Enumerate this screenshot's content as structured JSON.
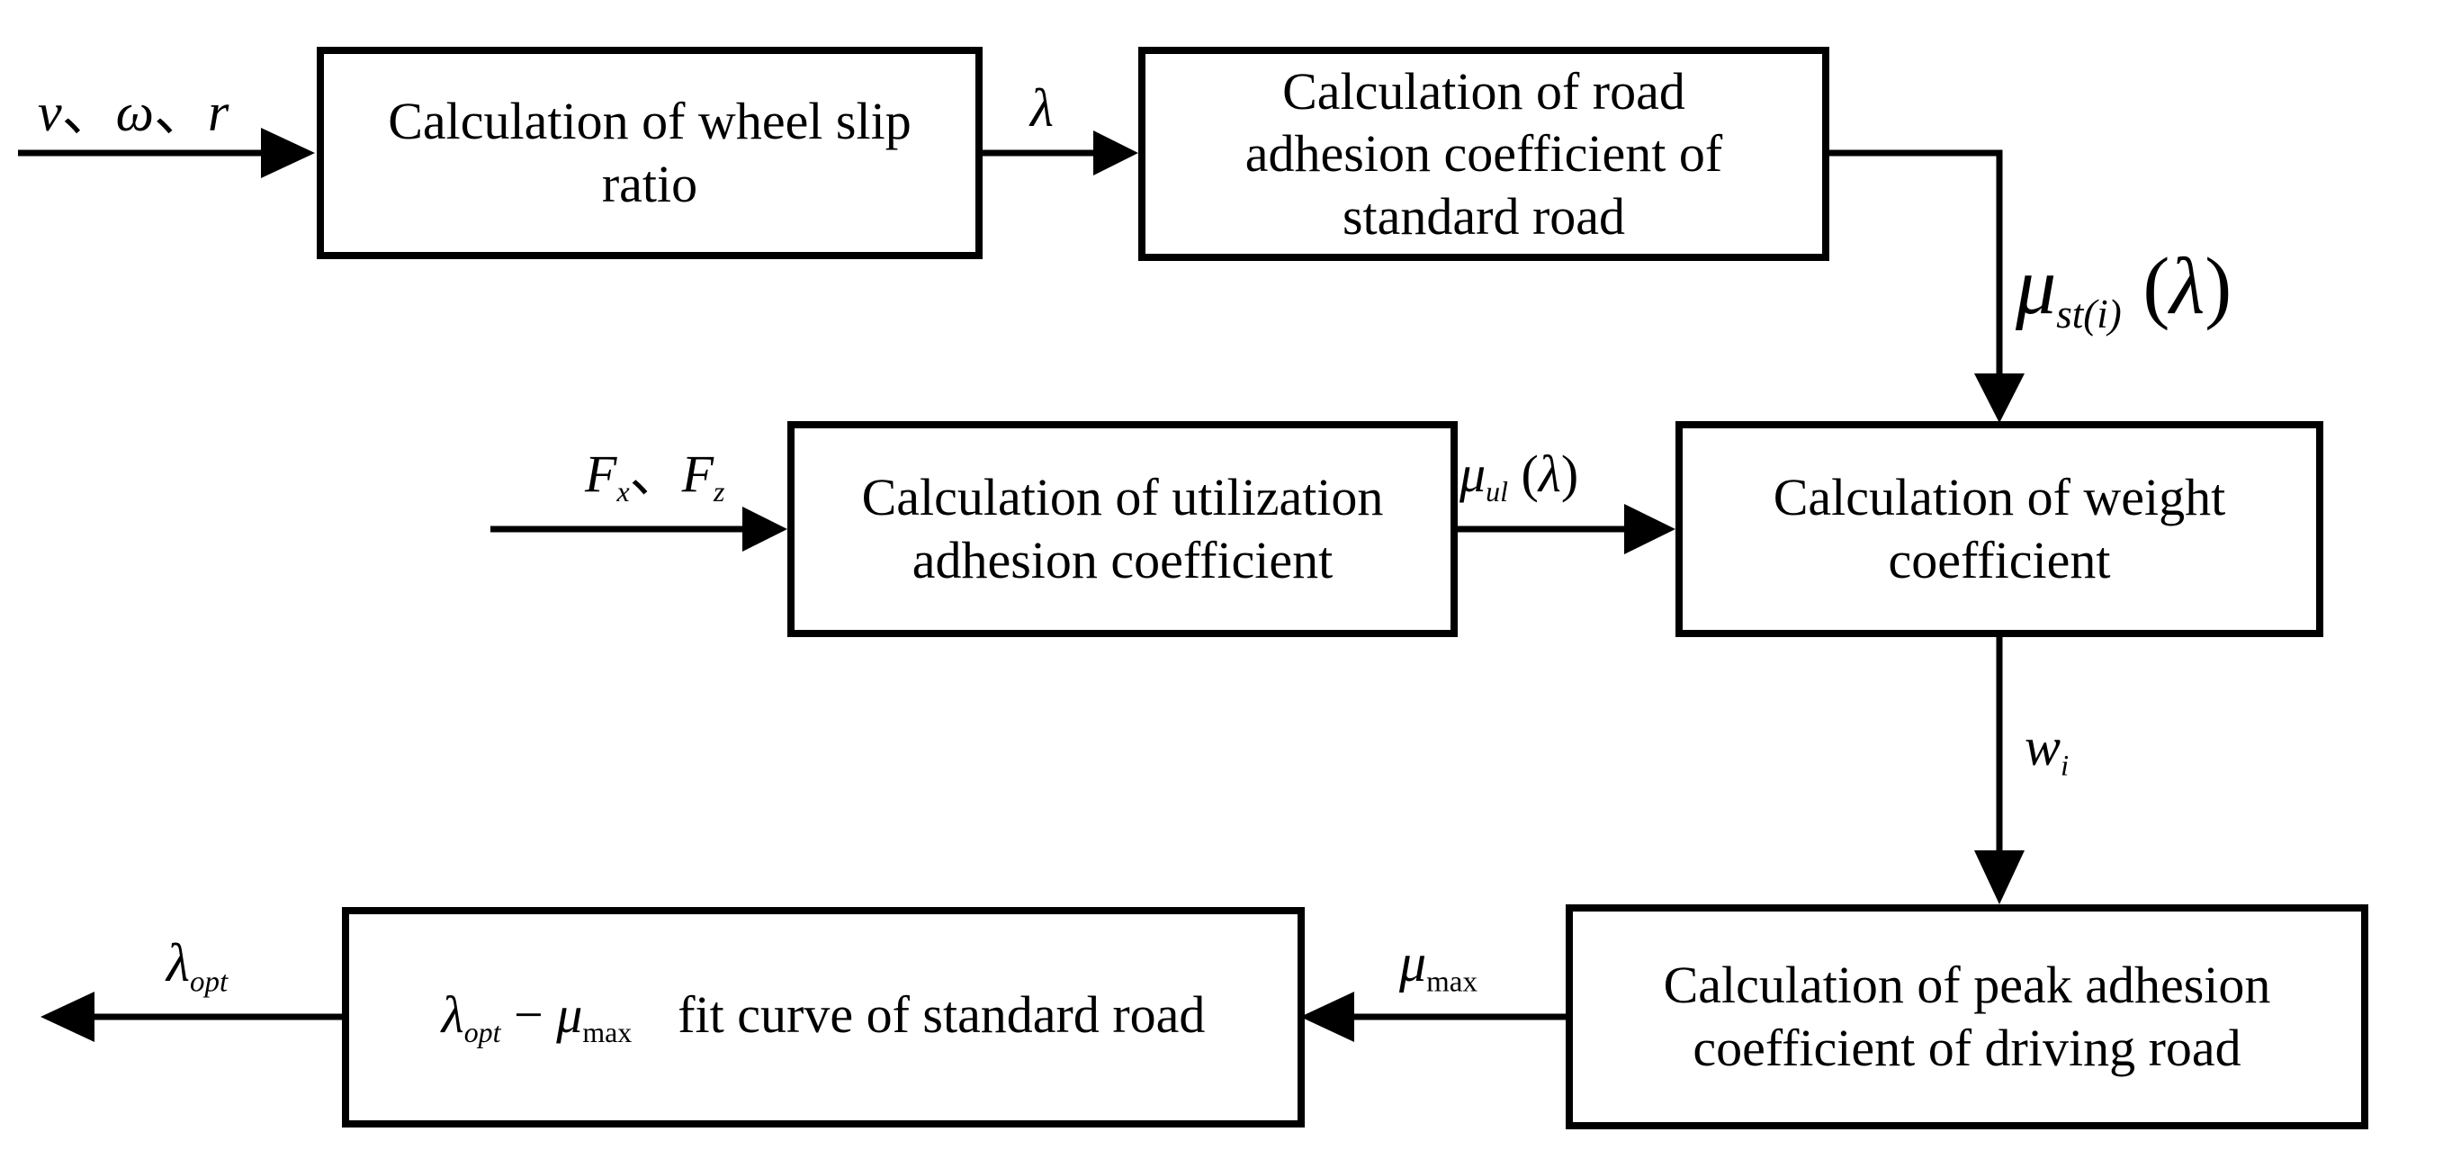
{
  "blocks": {
    "slip_ratio": "Calculation of wheel slip ratio",
    "standard_road": "Calculation of road adhesion coefficient of standard road",
    "utilization": "Calculation of utilization adhesion coefficient",
    "weight": "Calculation of weight coefficient",
    "peak": "Calculation of peak adhesion coefficient of driving road",
    "fit_curve_text": "fit curve of standard road"
  },
  "symbols": {
    "v": "v",
    "omega": "ω",
    "r": "r",
    "sep": "、",
    "lambda": "λ",
    "mu": "μ",
    "st_i": "st(i)",
    "F": "F",
    "x": "x",
    "z": "z",
    "ul": "ul",
    "w": "w",
    "i": "i",
    "max": "max",
    "opt": "opt",
    "minus": "−",
    "lparen": "(",
    "rparen": ")"
  }
}
